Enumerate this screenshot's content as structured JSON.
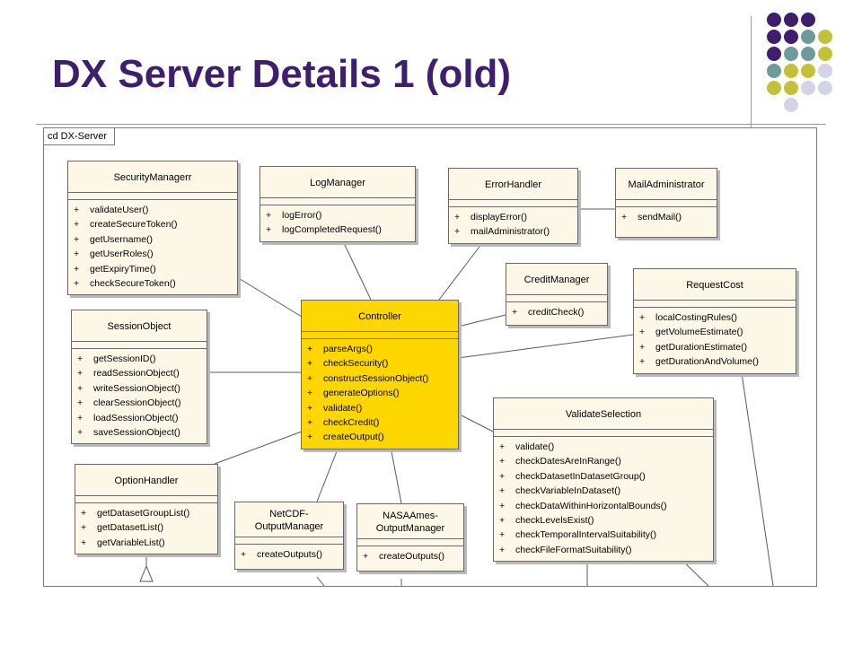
{
  "slide": {
    "title": "DX Server Details 1 (old)",
    "decor_colors": [
      "#3d1f6e",
      "#6f9a9a",
      "#c2c23a",
      "#d4d4e6"
    ]
  },
  "diagram": {
    "frame_label": "cd DX-Server",
    "visibility_symbol": "+",
    "classes": {
      "security_manager": {
        "name": "SecurityManagerr",
        "ops": [
          "validateUser()",
          "createSecureToken()",
          "getUsername()",
          "getUserRoles()",
          "getExpiryTime()",
          "checkSecureToken()"
        ]
      },
      "log_manager": {
        "name": "LogManager",
        "ops": [
          "logError()",
          "logCompletedRequest()"
        ]
      },
      "error_handler": {
        "name": "ErrorHandler",
        "ops": [
          "displayError()",
          "mailAdministrator()"
        ]
      },
      "mail_administrator": {
        "name": "MailAdministrator",
        "ops": [
          "sendMail()"
        ]
      },
      "credit_manager": {
        "name": "CreditManager",
        "ops": [
          "creditCheck()"
        ]
      },
      "request_cost": {
        "name": "RequestCost",
        "ops": [
          "localCostingRules()",
          "getVolumeEstimate()",
          "getDurationEstimate()",
          "getDurationAndVolume()"
        ]
      },
      "session_object": {
        "name": "SessionObject",
        "ops": [
          "getSessionID()",
          "readSessionObject()",
          "writeSessionObject()",
          "clearSessionObject()",
          "loadSessionObject()",
          "saveSessionObject()"
        ]
      },
      "controller": {
        "name": "Controller",
        "ops": [
          "parseArgs()",
          "checkSecurity()",
          "constructSessionObject()",
          "generateOptions()",
          "validate()",
          "checkCredit()",
          "createOutput()"
        ]
      },
      "validate_selection": {
        "name": "ValidateSelection",
        "ops": [
          "validate()",
          "checkDatesAreInRange()",
          "checkDatasetInDatasetGroup()",
          "checkVariableInDataset()",
          "checkDataWithinHorizontalBounds()",
          "checkLevelsExist()",
          "checkTemporalIntervalSuitability()",
          "checkFileFormatSuitability()"
        ]
      },
      "option_handler": {
        "name": "OptionHandler",
        "ops": [
          "getDatasetGroupList()",
          "getDatasetList()",
          "getVariableList()"
        ]
      },
      "netcdf_output": {
        "name_line1": "NetCDF-",
        "name_line2": "OutputManager",
        "ops": [
          "createOutputs()"
        ]
      },
      "nasaames_output": {
        "name_line1": "NASAAmes-",
        "name_line2": "OutputManager",
        "ops": [
          "createOutputs()"
        ]
      }
    },
    "colors": {
      "class_fill": "#fdf7e8",
      "controller_fill": "#ffd700",
      "line": "#5a5a5a"
    }
  }
}
